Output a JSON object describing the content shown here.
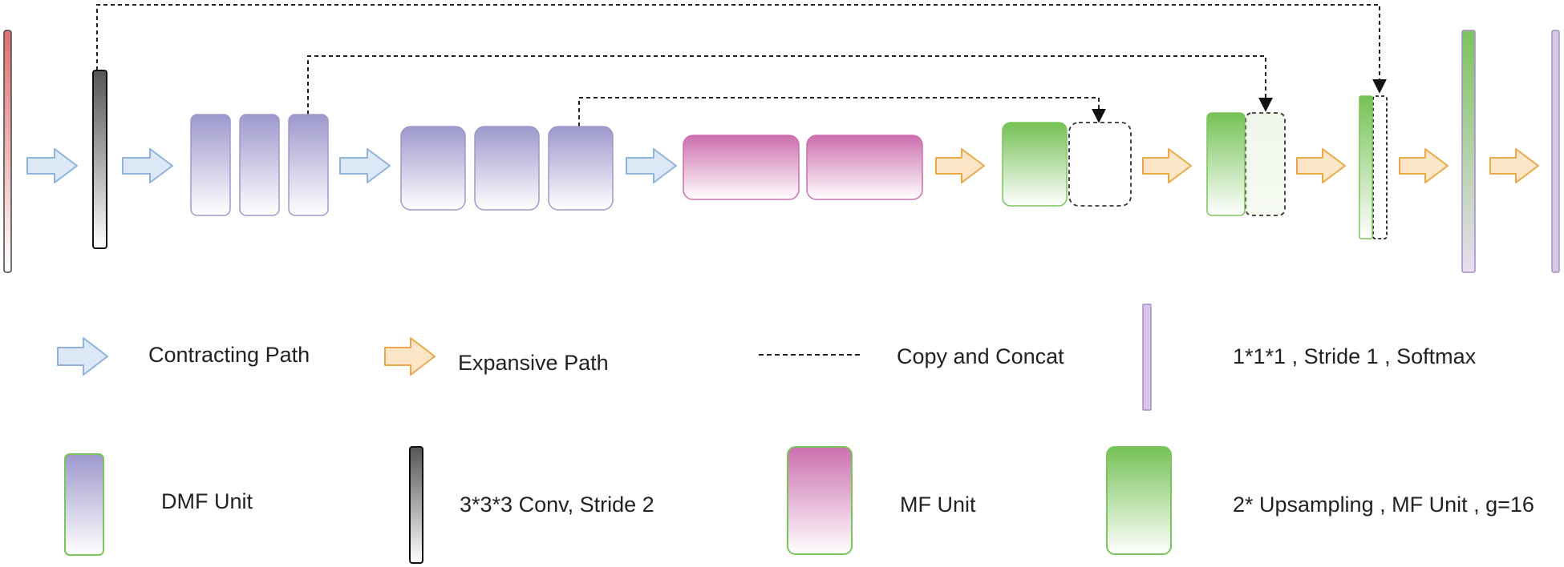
{
  "legend": {
    "contracting_label": "Contracting Path",
    "expansive_label": "Expansive Path",
    "copy_label": "Copy and Concat",
    "softmax_label": "1*1*1 , Stride 1 , Softmax",
    "dmf_label": "DMF Unit",
    "conv_label": "3*3*3 Conv, Stride 2",
    "mf_label": "MF Unit",
    "upsampling_label": "2* Upsampling , MF Unit , g=16"
  },
  "colors": {
    "contracting_arrow": "#dce8f6",
    "contracting_arrow_border": "#8fb3da",
    "expansive_arrow": "#fde6c8",
    "expansive_arrow_border": "#e9a948",
    "dmf_unit": "#9d98cc",
    "mf_unit": "#cf76b2",
    "upsampling_unit": "#7cc45c",
    "conv_block": "#707070",
    "input_bar": "#e07a7a",
    "softmax_bar": "#cdb9dd"
  }
}
